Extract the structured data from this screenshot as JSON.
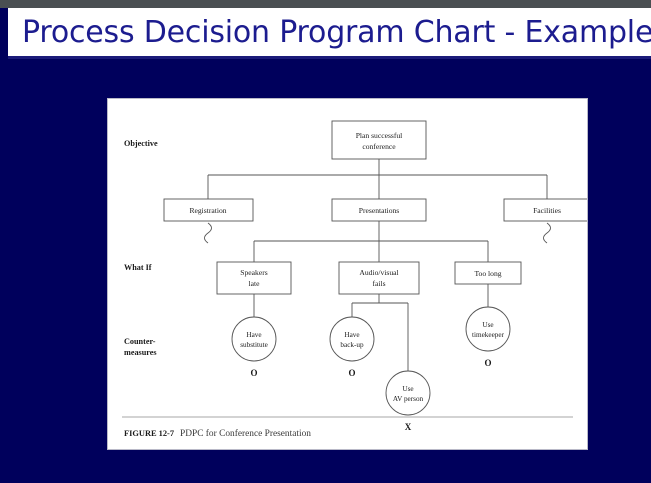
{
  "slide": {
    "title": "Process Decision Program Chart - Example",
    "background_color": "#00005c",
    "title_color": "#1c1c8f",
    "title_band_color": "#ffffff"
  },
  "figure": {
    "caption_label": "FIGURE 12-7",
    "caption_text": "PDPC for Conference Presentation",
    "row_labels": [
      {
        "id": "objective",
        "label": "Objective"
      },
      {
        "id": "what-if",
        "label": "What If"
      },
      {
        "id": "countermeasures-1",
        "label": "Counter-"
      },
      {
        "id": "countermeasures-2",
        "label": "measures"
      }
    ],
    "objective_node": {
      "line1": "Plan successful",
      "line2": "conference"
    },
    "level2_nodes": [
      {
        "id": "registration",
        "label": "Registration"
      },
      {
        "id": "presentations",
        "label": "Presentations"
      },
      {
        "id": "facilities",
        "label": "Facilities"
      }
    ],
    "whatif_nodes": [
      {
        "id": "speakers-late",
        "line1": "Speakers",
        "line2": "late"
      },
      {
        "id": "audio-visual-fails",
        "line1": "Audio/visual",
        "line2": "fails"
      },
      {
        "id": "too-long",
        "line1": "Too long",
        "line2": ""
      }
    ],
    "countermeasure_nodes": [
      {
        "id": "have-substitute",
        "line1": "Have",
        "line2": "substitute",
        "marker": "O"
      },
      {
        "id": "have-back-up",
        "line1": "Have",
        "line2": "back-up",
        "marker": "O"
      },
      {
        "id": "use-av-person",
        "line1": "Use",
        "line2": "AV person",
        "marker": "X"
      },
      {
        "id": "use-timekeeper",
        "line1": "Use",
        "line2": "timekeeper",
        "marker": "O"
      }
    ]
  }
}
